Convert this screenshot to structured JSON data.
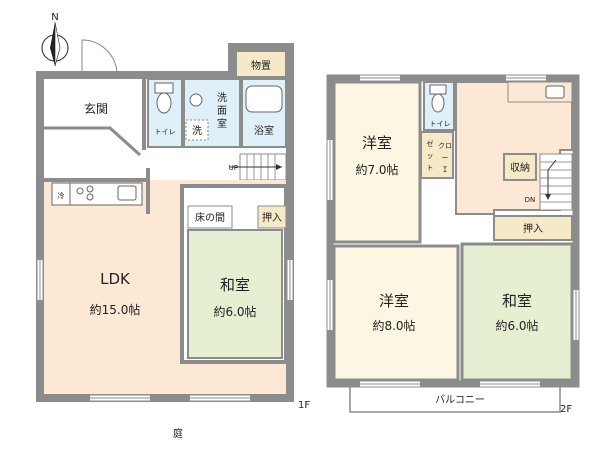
{
  "compass": {
    "north": "N"
  },
  "floor1": {
    "floor_label": "1F",
    "rooms": {
      "genkan": "玄関",
      "toilet": "トイレ",
      "washroom": "洗\n面\n室",
      "washer": "洗",
      "bath": "浴室",
      "storage": "物置",
      "fridge": "冷",
      "ldk": "LDK",
      "ldk_size": "約15.0帖",
      "washitsu": "和室",
      "washitsu_size": "約6.0帖",
      "tokonoma": "床の間",
      "oshiire": "押入",
      "stairs": "UP"
    }
  },
  "floor2": {
    "floor_label": "2F",
    "rooms": {
      "yoshitsu1": "洋室",
      "yoshitsu1_size": "約7.0帖",
      "closet": "クロー\nゼット",
      "toilet": "トイレ",
      "shuno": "収納",
      "stairs": "DN",
      "oshiire": "押入",
      "yoshitsu2": "洋室",
      "yoshitsu2_size": "約8.0帖",
      "washitsu": "和室",
      "washitsu_size": "約6.0帖",
      "balcony": "バルコニー"
    }
  },
  "garden": "庭",
  "colors": {
    "wall": "#8c8c8c",
    "ldk": "#fce8d4",
    "washitsu": "#e6efd2",
    "yoshitsu": "#fcf6e2",
    "wet": "#dff0f8",
    "storage": "#f5e9c8",
    "genkan": "#ffffff"
  }
}
